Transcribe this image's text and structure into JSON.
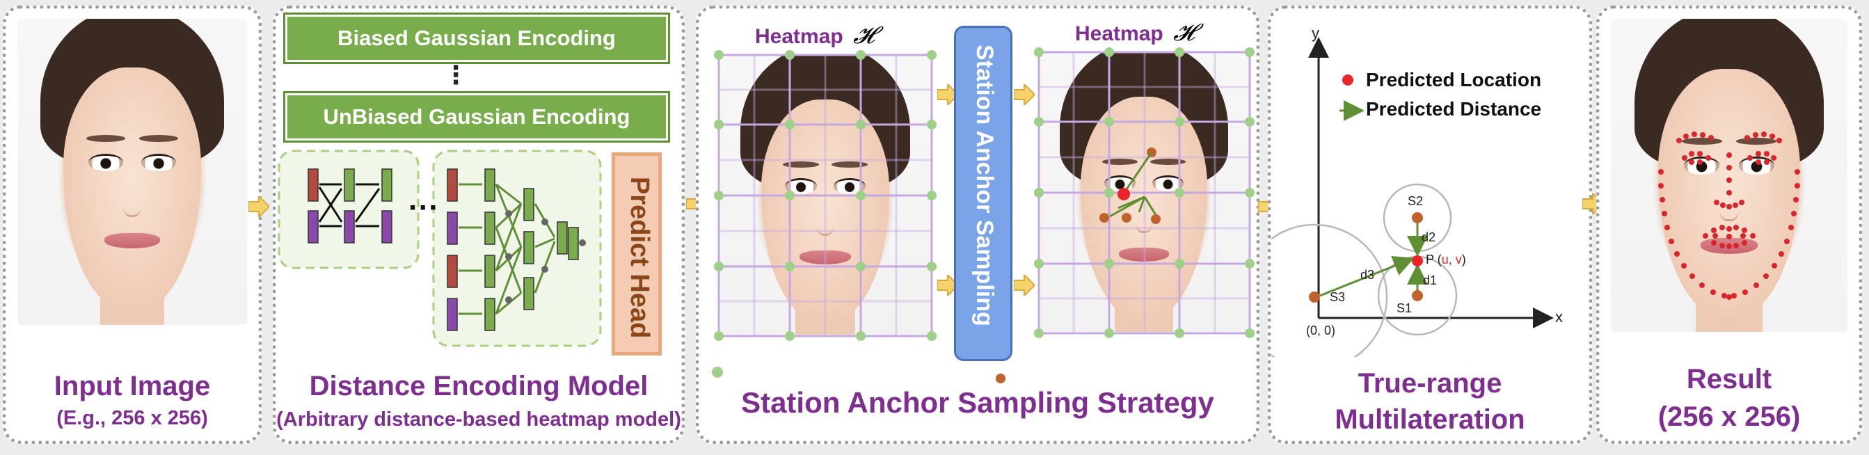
{
  "panels": {
    "input": {
      "title": "Input Image",
      "subtitle": "(E.g., 256 x 256)"
    },
    "encoding": {
      "box_top": "Biased Gaussian Encoding",
      "box_ellipsis": "⋮",
      "box_bottom": "UnBiased Gaussian Encoding",
      "network_ellipsis": "···",
      "predict_head": "Predict Head",
      "title": "Distance Encoding Model",
      "subtitle": "(Arbitrary distance-based heatmap model)"
    },
    "sampling": {
      "heatmap_label_1": "Heatmap",
      "heatmap_symbol_1": "𝓗",
      "heatmap_label_2": "Heatmap",
      "heatmap_symbol_2": "𝓗",
      "bar_label": "Station Anchor Sampling",
      "title": "Station Anchor Sampling Strategy"
    },
    "multilateration": {
      "axis_y": "y",
      "axis_x": "x",
      "origin": "(0, 0)",
      "legend_location": "Predicted Location",
      "legend_distance": "Predicted Distance",
      "s1": "S1",
      "s2": "S2",
      "s3": "S3",
      "d1": "d1",
      "d2": "d2",
      "d3": "d3",
      "p_prefix": "P (",
      "p_uv": "u, v",
      "p_suffix": ")",
      "title_line1": "True-range",
      "title_line2": "Multilateration"
    },
    "result": {
      "title": "Result",
      "subtitle": "(256 x 256)"
    }
  },
  "colors": {
    "title_purple": "#7d2e8e",
    "encoding_green": "#79ac4b",
    "sampling_blue": "#7aa3e8",
    "predict_orange": "#f4ccb3",
    "anchor_green": "#9fd08a",
    "station_brown": "#c0622b",
    "predicted_red": "#e8262a",
    "landmark_red": "#d8262a",
    "arrow_yellow": "#f5d36b"
  },
  "icons": {
    "flow_arrow": "right-arrow-icon",
    "legend_location": "red-dot-icon",
    "legend_distance": "green-arrow-icon"
  }
}
